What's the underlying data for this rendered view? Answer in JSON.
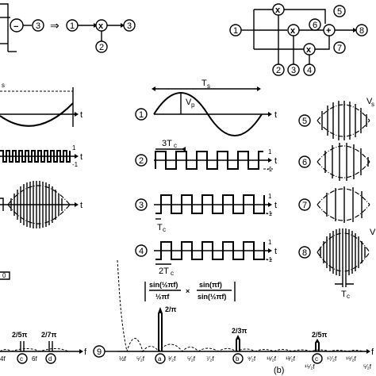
{
  "top": {
    "node1": "1",
    "node2": "2",
    "node3": "3",
    "node4": "4",
    "node5": "5",
    "node6": "6",
    "node7": "7",
    "node8": "8",
    "arrow": "⇒",
    "mult": "x",
    "minus": "−",
    "plus": "+"
  },
  "mid": {
    "ts_label": "T",
    "ts_sub": "s",
    "vp_label": "V",
    "vp_sub": "p",
    "t": "t",
    "tc3": "3T",
    "tc3_sub": "c",
    "tc": "T",
    "tc_sub": "c",
    "tc2": "2T",
    "tc2_sub": "c",
    "one": "1",
    "minus_one": "-1",
    "vs": "V",
    "vs_sub": "s",
    "right_node5": "5",
    "right_node6": "6",
    "right_node7": "7",
    "right_node8": "8",
    "tc_right": "T",
    "tc_right_sub": "c",
    "left_ts": "s",
    "left_one": "1",
    "left_minus_one": "-1"
  },
  "bottom": {
    "formula_left_num": "sin(½πf)",
    "formula_left_den": "½πf",
    "formula_times": "×",
    "formula_right_num": "sin(πf)",
    "formula_right_den": "sin(½πf)",
    "peak_a": "2/π",
    "peak_b": "2/3π",
    "peak_c": "2/5π",
    "left_peak_c": "2/5π",
    "left_peak_d": "2/7π",
    "label_a": "a",
    "label_b": "b",
    "label_c": "c",
    "label_d": "d",
    "node9": "9",
    "f": "f",
    "caption": "(b)",
    "left_4fc": "4f",
    "left_6fc": "6f",
    "ticks": [
      "½f",
      "⁵⁄₂f",
      "³⁄₂f",
      "⁵⁄₂f",
      "⁷⁄₂f",
      "⁹⁄₂f",
      "¹¹⁄₂f",
      "¹³⁄₂f",
      "¹⁵⁄₂f",
      "¹⁷⁄₂f",
      "¹⁹⁄₂f",
      "⁵⁄₂f"
    ],
    "left_box": "0"
  }
}
